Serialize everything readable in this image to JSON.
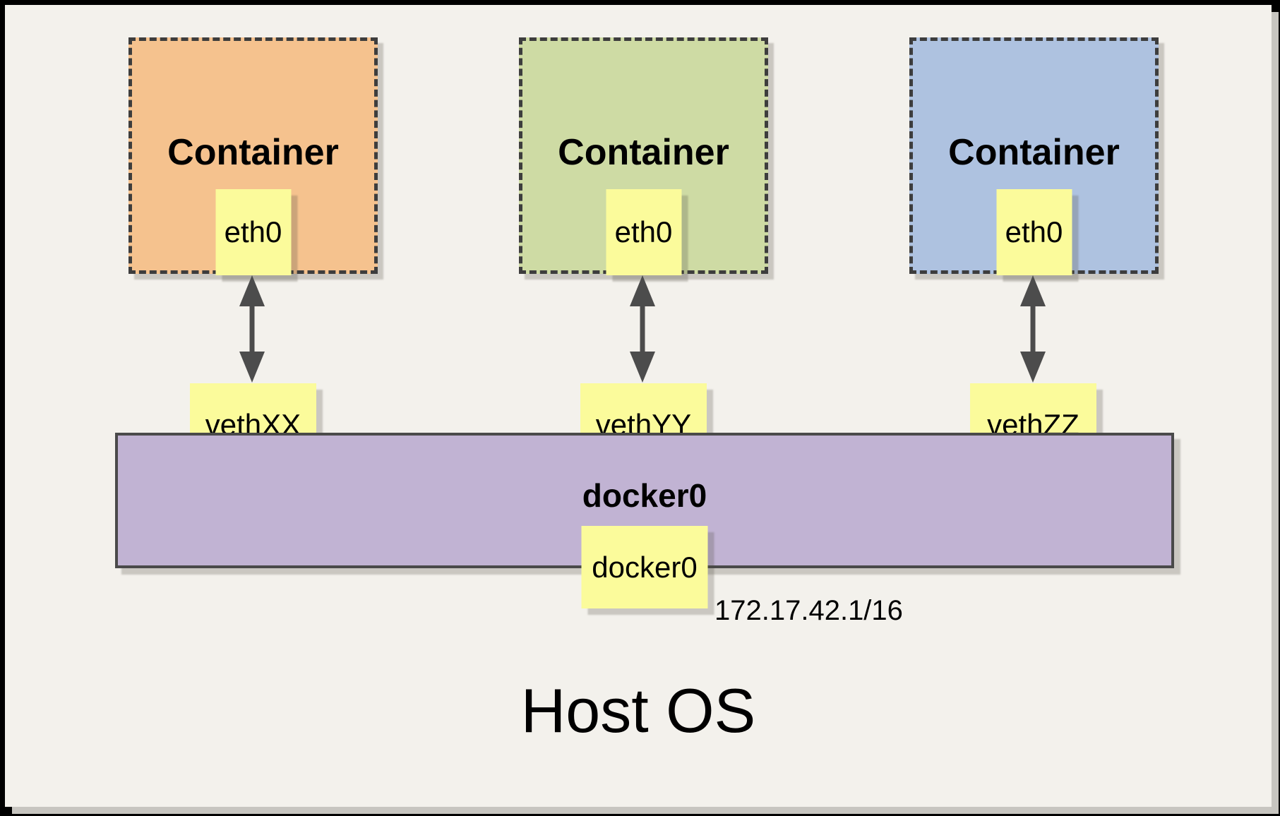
{
  "page": {
    "background": "#f3f1ec",
    "frame_color": "#000000",
    "shadow_color": "#c7c5c0"
  },
  "host": {
    "label": "Host OS"
  },
  "bridge": {
    "name": "docker0",
    "interface": {
      "label": "docker0"
    },
    "ip": "172.17.42.1/16",
    "fill": "#c1b3d3",
    "border_color": "#4a4a4a"
  },
  "note_fill": "#fbfb9b",
  "arrow_color": "#4c4c4c",
  "containers": [
    {
      "label": "Container",
      "interface": {
        "label": "eth0"
      },
      "veth": {
        "label": "vethXX"
      },
      "fill": "#f5c28e"
    },
    {
      "label": "Container",
      "interface": {
        "label": "eth0"
      },
      "veth": {
        "label": "vethYY"
      },
      "fill": "#cedba4"
    },
    {
      "label": "Container",
      "interface": {
        "label": "eth0"
      },
      "veth": {
        "label": "vethZZ"
      },
      "fill": "#aec2e0"
    }
  ]
}
